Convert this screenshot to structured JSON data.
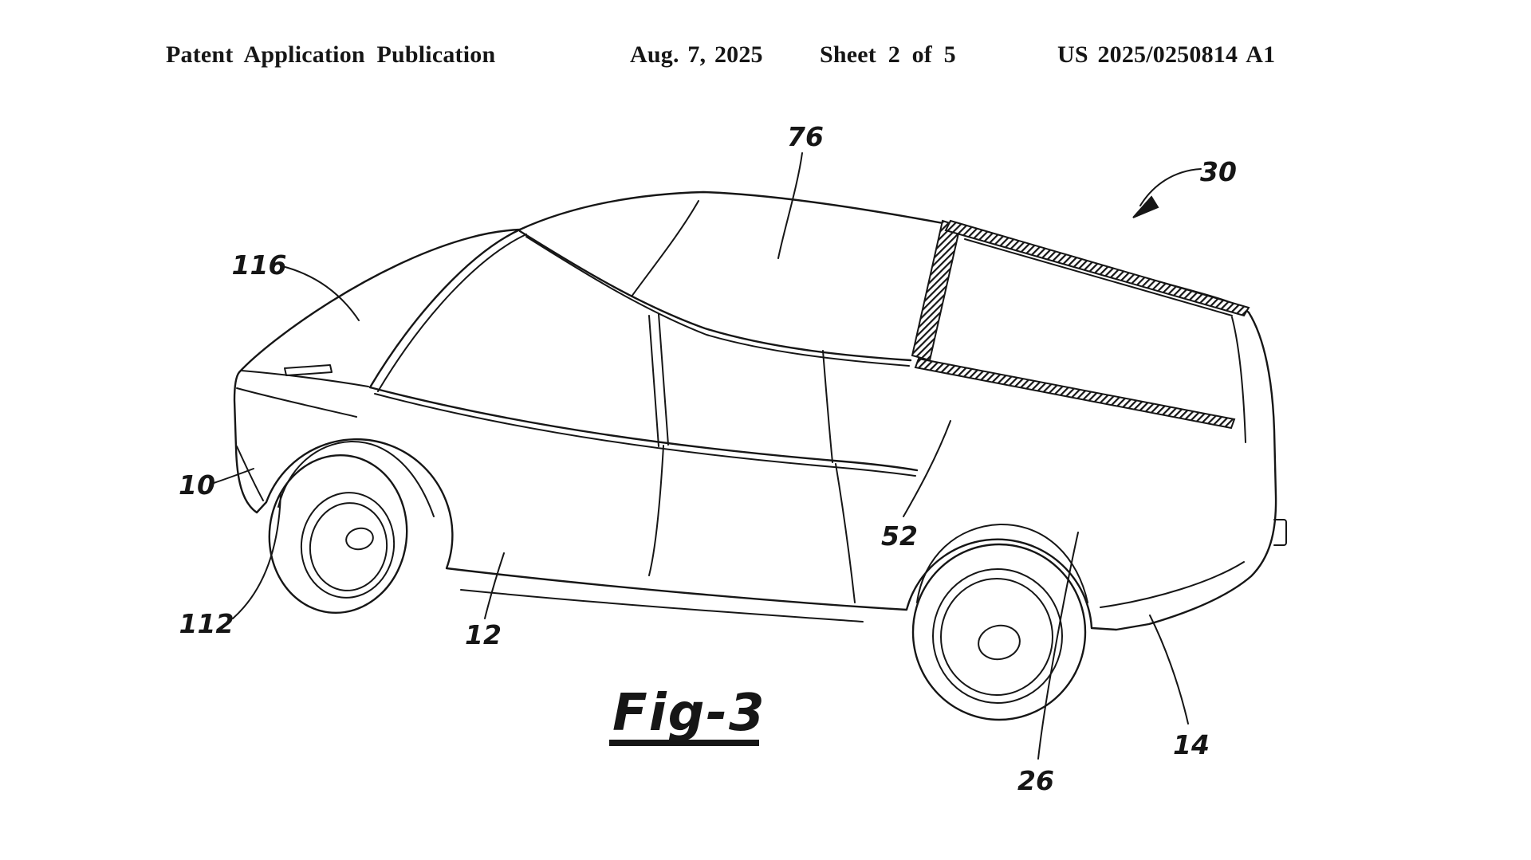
{
  "page": {
    "background": "#ffffff",
    "ink": "#161616"
  },
  "header": {
    "publication": "Patent Application Publication",
    "date": "Aug. 7, 2025",
    "sheet": "Sheet 2 of 5",
    "patent_number": "US 2025/0250814 A1"
  },
  "figure": {
    "caption": "Fig-3",
    "subject": "perspective view of a vehicle",
    "labels": {
      "l76": "76",
      "l30": "30",
      "l116": "116",
      "l10": "10",
      "l112": "112",
      "l12": "12",
      "l52": "52",
      "l26": "26",
      "l14": "14"
    }
  }
}
